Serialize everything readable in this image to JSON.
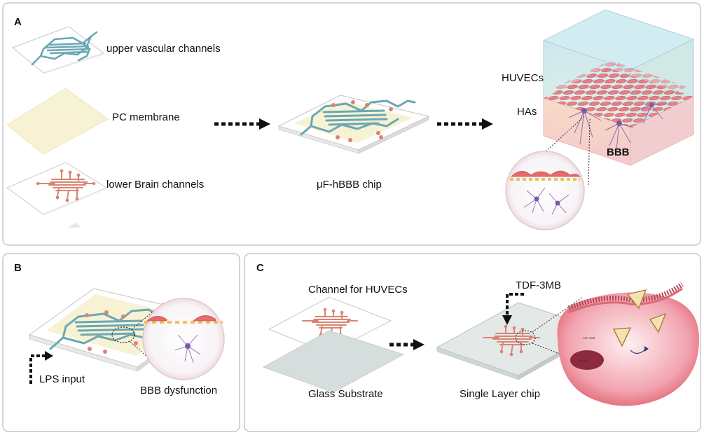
{
  "panels": {
    "a": {
      "letter": "A",
      "upper_label": "upper vascular channels",
      "membrane_label": "PC membrane",
      "lower_label": "lower Brain channels",
      "chip_label": "μF-hBBB chip",
      "huvecs_label": "HUVECs",
      "has_label": "HAs",
      "bbb_label": "BBB"
    },
    "b": {
      "letter": "B",
      "lps_label": "LPS input",
      "dysfunction_label": "BBB dysfunction"
    },
    "c": {
      "letter": "C",
      "channel_label": "Channel for HUVECs",
      "glass_label": "Glass Substrate",
      "probe_label": "TDF-3MB",
      "single_label": "Single Layer chip",
      "cell_small_label": "Nucleus",
      "cell_tiny_label": "TDF-3MB"
    }
  },
  "colors": {
    "vascular_channel": "#6aa8b4",
    "brain_channel": "#d98573",
    "membrane": "#f8f2d4",
    "endothelial": "#e46a6a",
    "astrocyte": "#8a6fb0",
    "glass": "#d6dedd"
  }
}
